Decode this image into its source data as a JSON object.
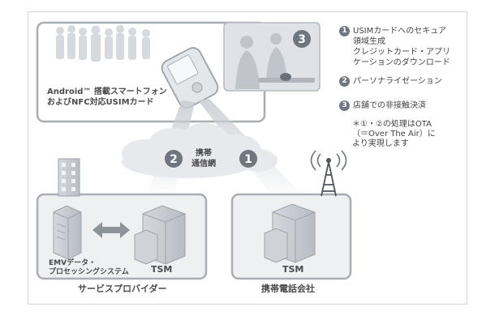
{
  "phone_label": [
    "Android™ 搭載スマートフォン",
    "およびNFC対応USIMカード"
  ],
  "network_label": [
    "携帯",
    "通信網"
  ],
  "emv_label": [
    "EMVデータ・",
    "プロセッシングシステム"
  ],
  "tsm_left": "TSM",
  "tsm_right": "TSM",
  "service_provider": "サービスプロバイダー",
  "carrier": "携帯電話会社",
  "badges": {
    "one": "1",
    "two": "2",
    "three": "3"
  },
  "legend": [
    {
      "num": "1",
      "lines": [
        "USIMカードへのセキュア",
        "領域生成",
        "クレジットカード・アプリ",
        "ケーションのダウンロード"
      ]
    },
    {
      "num": "2",
      "lines": [
        "パーソナライゼーション"
      ]
    },
    {
      "num": "3",
      "lines": [
        "店舗での非接触決済"
      ]
    }
  ],
  "note": [
    "＊①・②の処理はOTA",
    "（＝Over The Air）に",
    "より実現します"
  ],
  "colors": {
    "badge": "#6f7680",
    "box_border": "#a9aeb4",
    "box_fill": "#eef0f2",
    "building": "#c5cad0"
  }
}
